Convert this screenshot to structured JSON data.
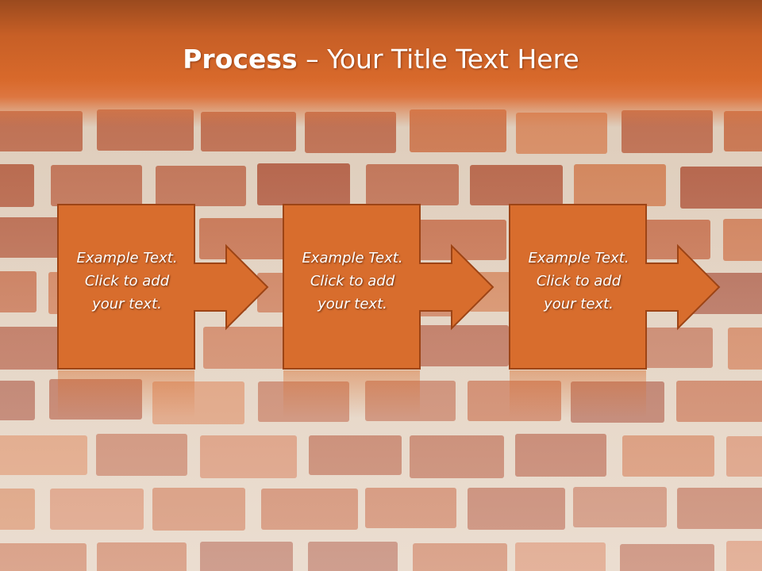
{
  "slide": {
    "title_bold": "Process",
    "title_rest": " – Your Title Text Here"
  },
  "steps": [
    {
      "lines": [
        "Example Text.",
        "Click  to add",
        "your text."
      ]
    },
    {
      "lines": [
        "Example Text.",
        "Click  to add",
        "your text."
      ]
    },
    {
      "lines": [
        "Example Text.",
        "Click  to add",
        "your text."
      ]
    }
  ],
  "colors": {
    "header_top": "#9a4a1e",
    "header_bottom": "#d8692b",
    "box_fill": "#d86d2d",
    "box_border": "#9d4415",
    "title_text": "#ffffff",
    "step_text": "#ffffff"
  },
  "icons": [
    "right-arrow-icon"
  ]
}
